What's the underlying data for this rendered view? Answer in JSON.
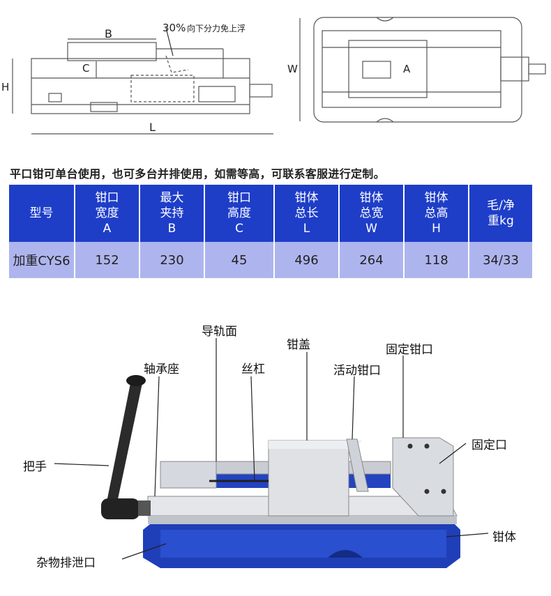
{
  "drawing": {
    "side_labels": {
      "b": "B",
      "c": "C",
      "h": "H",
      "l": "L"
    },
    "percent_note": "30%",
    "percent_note_text": "向下分力免上浮",
    "top_labels": {
      "w": "W",
      "a": "A"
    }
  },
  "note": "平口钳可单台使用，也可多台并排使用，如需等高，可联系客服进行定制。",
  "table": {
    "headers": [
      [
        "型号"
      ],
      [
        "钳口",
        "宽度",
        "A"
      ],
      [
        "最大",
        "夹持",
        "B"
      ],
      [
        "钳口",
        "高度",
        "C"
      ],
      [
        "钳体",
        "总长",
        "L"
      ],
      [
        "钳体",
        "总宽",
        "W"
      ],
      [
        "钳体",
        "总高",
        "H"
      ],
      [
        "毛/净",
        "重kg"
      ]
    ],
    "row": [
      "加重CYS6",
      "152",
      "230",
      "45",
      "496",
      "264",
      "118",
      "34/33"
    ]
  },
  "parts": {
    "guide": "导轨面",
    "bearing": "轴承座",
    "jaw_cover": "钳盖",
    "screw": "丝杠",
    "moving_jaw": "活动钳口",
    "fixed_jaw": "固定钳口",
    "fixed_mouth": "固定口",
    "handle": "把手",
    "body": "钳体",
    "drain": "杂物排泄口"
  }
}
